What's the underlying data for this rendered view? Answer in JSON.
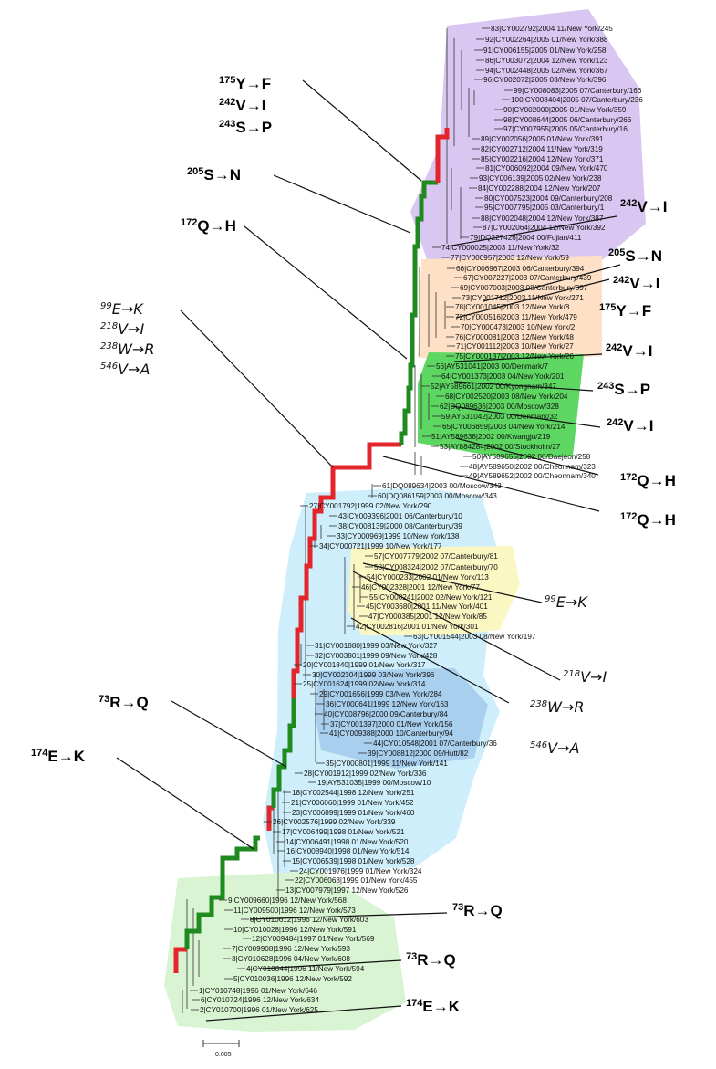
{
  "clades": [
    {
      "id": "purple",
      "color": "#d9c7f2"
    },
    {
      "id": "orange",
      "color": "#fde0c6"
    },
    {
      "id": "green",
      "color": "#5ed662"
    },
    {
      "id": "cyan",
      "color": "#cdeefa"
    },
    {
      "id": "yellow",
      "color": "#fbf7c3"
    },
    {
      "id": "blue",
      "color": "#a9cfee"
    },
    {
      "id": "lightgreen",
      "color": "#d9f4d2"
    }
  ],
  "branch_colors": {
    "green": "#1f8a1f",
    "red": "#e3262b",
    "black": "#333333"
  },
  "leaves": [
    {
      "label": "83|CY002792|2004 11/New York/245"
    },
    {
      "label": "92|CY002264|2005 01/New York/388"
    },
    {
      "label": "91|CY006155|2005 01/New York/258"
    },
    {
      "label": "86|CY003072|2004 12/New York/123"
    },
    {
      "label": "94|CY002448|2005 02/New York/367"
    },
    {
      "label": "96|CY002072|2005 03/New York/396"
    },
    {
      "label": "99|CY008083|2005 07/Canterbury/166"
    },
    {
      "label": "100|CY008404|2005 07/Canterbury/236"
    },
    {
      "label": "90|CY002000|2005 01/New York/359"
    },
    {
      "label": "98|CY008644|2005 06/Canterbury/266"
    },
    {
      "label": "97|CY007955|2005 05/Canterbury/16"
    },
    {
      "label": "89|CY002056|2005 01/New York/391"
    },
    {
      "label": "82|CY002712|2004 11/New York/319"
    },
    {
      "label": "85|CY002216|2004 12/New York/371"
    },
    {
      "label": "81|CY006092|2004 09/New York/470"
    },
    {
      "label": "93|CY006139|2005 02/New York/238"
    },
    {
      "label": "84|CY002288|2004 12/New York/207"
    },
    {
      "label": "80|CY007523|2004 09/Canterbury/208"
    },
    {
      "label": "95|CY007795|2005 03/Canterbury/1"
    },
    {
      "label": "88|CY002048|2004 12/New York/387"
    },
    {
      "label": "87|CY002064|2004 12/New York/392"
    },
    {
      "label": "79|DQ227426|2004 00/Fujian/411"
    },
    {
      "label": "74|CY000025|2003 11/New York/32"
    },
    {
      "label": "77|CY000957|2003 12/New York/59"
    },
    {
      "label": "66|CY006967|2003 06/Canterbury/394"
    },
    {
      "label": "67|CY007227|2003 07/Canterbury/439"
    },
    {
      "label": "69|CY007003|2003 08/Canterbury/397"
    },
    {
      "label": "73|CY001712|2003 11/New York/271"
    },
    {
      "label": "78|CY001045|2003 12/New York/8"
    },
    {
      "label": "72|CY000516|2003 11/New York/479"
    },
    {
      "label": "70|CY000473|2003 10/New York/2"
    },
    {
      "label": "76|CY000081|2003 12/New York/48"
    },
    {
      "label": "71|CY001112|2003 10/New York/27"
    },
    {
      "label": "75|CY000137|2003 12/New York/26"
    },
    {
      "label": "56|AY531041|2003 00/Denmark/7"
    },
    {
      "label": "64|CY001373|2003 04/New York/201"
    },
    {
      "label": "52|AY589661|2002 00/Kyongnam/347"
    },
    {
      "label": "68|CY002520|2003 08/New York/204"
    },
    {
      "label": "62|DQ089636|2003 00/Moscow/328"
    },
    {
      "label": "59|AY531042|2003 00/Denmark/32"
    },
    {
      "label": "65|CY006859|2003 04/New York/214"
    },
    {
      "label": "51|AY589638|2002 00/Kwangju/219"
    },
    {
      "label": "53|AY884284|2002 00/Stockholm/27"
    },
    {
      "label": "50|AY589655|2002 00/Daejeon/258"
    },
    {
      "label": "48|AY589650|2002 00/Cheonnam/323"
    },
    {
      "label": "49|AY589652|2002 00/Cheonnam/340"
    },
    {
      "label": "61|DQ089634|2003 00/Moscow/343"
    },
    {
      "label": "60|DQ086159|2003 00/Moscow/343"
    },
    {
      "label": "27|CY001792|1999 02/New York/290"
    },
    {
      "label": "43|CY009396|2001 06/Canterbury/10"
    },
    {
      "label": "38|CY008139|2000 08/Canterbury/39"
    },
    {
      "label": "33|CY000969|1999 10/New York/138"
    },
    {
      "label": "34|CY000721|1999 10/New York/177"
    },
    {
      "label": "57|CY007779|2002 07/Canterbury/81"
    },
    {
      "label": "58|CY008324|2002 07/Canterbury/70"
    },
    {
      "label": "54|CY000233|2002 01/New York/113"
    },
    {
      "label": "46|CY002328|2001 12/New York/77"
    },
    {
      "label": "55|CY000241|2002 02/New York/121"
    },
    {
      "label": "45|CY003680|2001 11/New York/401"
    },
    {
      "label": "47|CY000385|2001 12/New York/85"
    },
    {
      "label": "42|CY002816|2001 01/New York/301"
    },
    {
      "label": "63|CY001544|2003 08/New York/197"
    },
    {
      "label": "31|CY001880|1999 03/New York/327"
    },
    {
      "label": "32|CY003801|1999 09/New York/428"
    },
    {
      "label": "20|CY001840|1999 01/New York/317"
    },
    {
      "label": "30|CY002304|1999 03/New York/396"
    },
    {
      "label": "25|CY001624|1999 02/New York/314"
    },
    {
      "label": "29|CY001656|1999 03/New York/284"
    },
    {
      "label": "36|CY000641|1999 12/New York/163"
    },
    {
      "label": "40|CY008796|2000 09/Canterbury/84"
    },
    {
      "label": "37|CY001397|2000 01/New York/156"
    },
    {
      "label": "41|CY009388|2000 10/Canterbury/94"
    },
    {
      "label": "44|CY010548|2001 07/Canterbury/36"
    },
    {
      "label": "39|CY008812|2000 09/Hutt/82"
    },
    {
      "label": "35|CY000801|1999 11/New York/141"
    },
    {
      "label": "28|CY001912|1999 02/New York/336"
    },
    {
      "label": "19|AY531035|1999 00/Moscow/10"
    },
    {
      "label": "18|CY002544|1998 12/New York/251"
    },
    {
      "label": "21|CY006060|1999 01/New York/452"
    },
    {
      "label": "23|CY006899|1999 01/New York/460"
    },
    {
      "label": "26|CY002576|1999 02/New York/339"
    },
    {
      "label": "17|CY006499|1998 01/New York/521"
    },
    {
      "label": "14|CY006491|1998 01/New York/520"
    },
    {
      "label": "16|CY008940|1998 01/New York/514"
    },
    {
      "label": "15|CY006539|1998 01/New York/528"
    },
    {
      "label": "24|CY001976|1999 01/New York/324"
    },
    {
      "label": "22|CY006068|1999 01/New York/455"
    },
    {
      "label": "13|CY007979|1997 12/New York/526"
    },
    {
      "label": "9|CY009660|1996 12/New York/568"
    },
    {
      "label": "11|CY009500|1996 12/New York/573"
    },
    {
      "label": "8|CY010612|1996 12/New York/603"
    },
    {
      "label": "10|CY010028|1996 12/New York/591"
    },
    {
      "label": "12|CY009484|1997 01/New York/569"
    },
    {
      "label": "7|CY009908|1996 12/New York/593"
    },
    {
      "label": "3|CY010628|1996 04/New York/608"
    },
    {
      "label": "4|CY010044|1996 11/New York/594"
    },
    {
      "label": "5|CY010036|1996 12/New York/592"
    },
    {
      "label": "1|CY010748|1996 01/New York/646"
    },
    {
      "label": "6|CY010724|1996 12/New York/634"
    },
    {
      "label": "2|CY010700|1996 01/New York/625"
    }
  ],
  "mutations": [
    {
      "id": "m1",
      "lines": [
        {
          "sup": "175",
          "text": "Y→F"
        },
        {
          "sup": "242",
          "text": "V→I"
        },
        {
          "sup": "243",
          "text": "S→P"
        }
      ]
    },
    {
      "id": "m2",
      "lines": [
        {
          "sup": "205",
          "text": "S→N"
        }
      ]
    },
    {
      "id": "m3",
      "lines": [
        {
          "sup": "172",
          "text": "Q→H"
        }
      ]
    },
    {
      "id": "m4",
      "italic": true,
      "lines": [
        {
          "sup": "99",
          "text": "E→K"
        },
        {
          "sup": "218",
          "text": "V→I"
        },
        {
          "sup": "238",
          "text": "W→R"
        },
        {
          "sup": "546",
          "text": "V→A"
        }
      ]
    },
    {
      "id": "m5",
      "lines": [
        {
          "sup": "73",
          "text": "R→Q"
        }
      ]
    },
    {
      "id": "m6",
      "lines": [
        {
          "sup": "174",
          "text": "E→K"
        }
      ]
    },
    {
      "id": "r1",
      "lines": [
        {
          "sup": "242",
          "text": "V→I"
        }
      ]
    },
    {
      "id": "r2",
      "lines": [
        {
          "sup": "205",
          "text": "S→N"
        }
      ]
    },
    {
      "id": "r3",
      "lines": [
        {
          "sup": "242",
          "text": "V→I"
        }
      ]
    },
    {
      "id": "r4",
      "lines": [
        {
          "sup": "175",
          "text": "Y→F"
        }
      ]
    },
    {
      "id": "r5",
      "lines": [
        {
          "sup": "242",
          "text": "V→I"
        }
      ]
    },
    {
      "id": "r6",
      "lines": [
        {
          "sup": "243",
          "text": "S→P"
        }
      ]
    },
    {
      "id": "r7",
      "lines": [
        {
          "sup": "242",
          "text": "V→I"
        }
      ]
    },
    {
      "id": "r8",
      "lines": [
        {
          "sup": "172",
          "text": "Q→H"
        }
      ]
    },
    {
      "id": "r9",
      "lines": [
        {
          "sup": "172",
          "text": "Q→H"
        }
      ]
    },
    {
      "id": "r10",
      "italic": true,
      "lines": [
        {
          "sup": "99",
          "text": "E→K"
        }
      ]
    },
    {
      "id": "r11",
      "italic": true,
      "lines": [
        {
          "sup": "218",
          "text": "V→I"
        }
      ]
    },
    {
      "id": "r12",
      "italic": true,
      "lines": [
        {
          "sup": "238",
          "text": "W→R"
        }
      ]
    },
    {
      "id": "r13",
      "italic": true,
      "lines": [
        {
          "sup": "546",
          "text": "V→A"
        }
      ]
    },
    {
      "id": "r14",
      "lines": [
        {
          "sup": "73",
          "text": "R→Q"
        }
      ]
    },
    {
      "id": "r15",
      "lines": [
        {
          "sup": "73",
          "text": "R→Q"
        }
      ]
    },
    {
      "id": "r16",
      "lines": [
        {
          "sup": "174",
          "text": "E→K"
        }
      ]
    }
  ],
  "scale_bar": {
    "label": "0.005"
  }
}
